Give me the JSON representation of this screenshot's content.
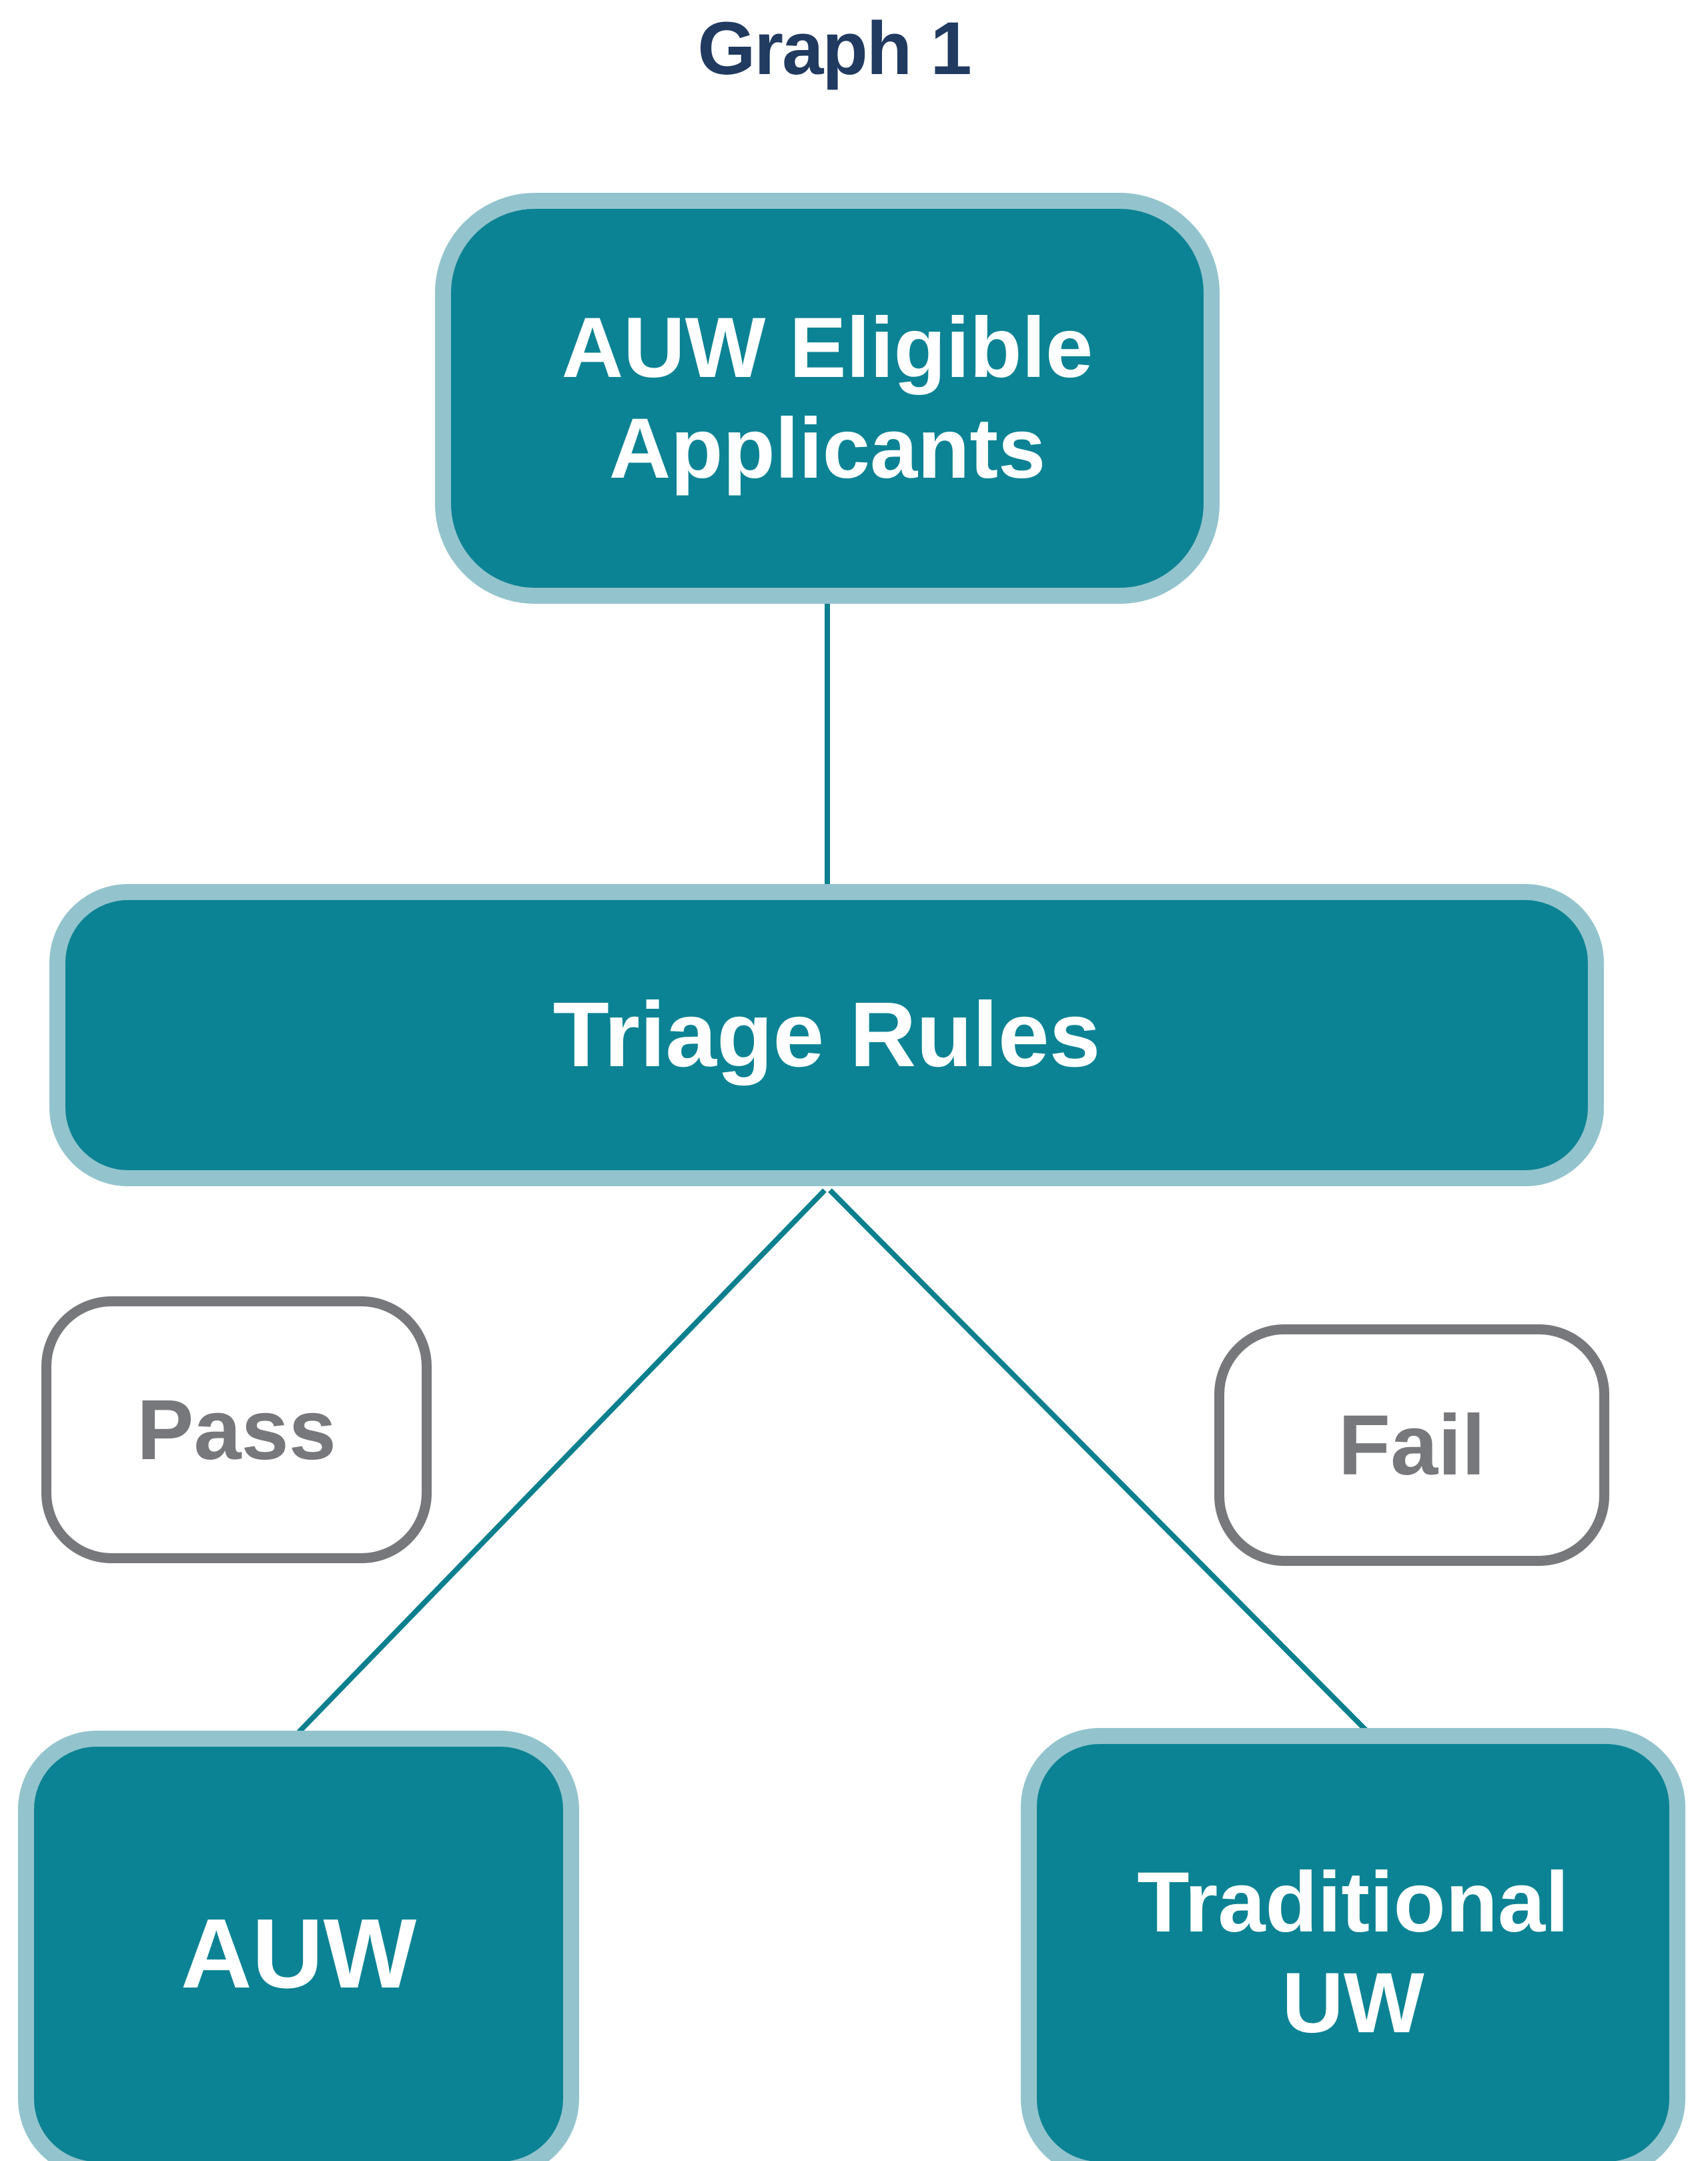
{
  "title": "Graph 1",
  "nodes": {
    "top": {
      "label_line1": "AUW Eligible",
      "label_line2": "Applicants"
    },
    "triage": {
      "label": "Triage Rules"
    },
    "pass": {
      "label": "Pass"
    },
    "fail": {
      "label": "Fail"
    },
    "auw": {
      "label": "AUW"
    },
    "traditional": {
      "label_line1": "Traditional",
      "label_line2": "UW"
    }
  },
  "colors": {
    "node_fill": "#0C8394",
    "node_border": "#93C4CD",
    "title_text": "#203A60",
    "gray_outline": "#77787B",
    "edge_line": "#0B7F8E"
  }
}
